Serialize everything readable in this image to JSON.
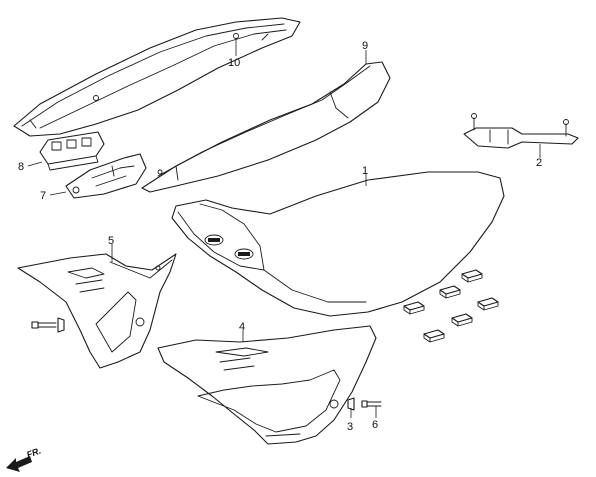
{
  "diagram": {
    "direction_label": "FR.",
    "callouts": [
      {
        "id": "1",
        "label": "1"
      },
      {
        "id": "2",
        "label": "2"
      },
      {
        "id": "3",
        "label": "3"
      },
      {
        "id": "4",
        "label": "4"
      },
      {
        "id": "5",
        "label": "5"
      },
      {
        "id": "6",
        "label": "6"
      },
      {
        "id": "7",
        "label": "7"
      },
      {
        "id": "8",
        "label": "8"
      },
      {
        "id": "9",
        "label": "9"
      },
      {
        "id": "10",
        "label": "10"
      }
    ]
  }
}
